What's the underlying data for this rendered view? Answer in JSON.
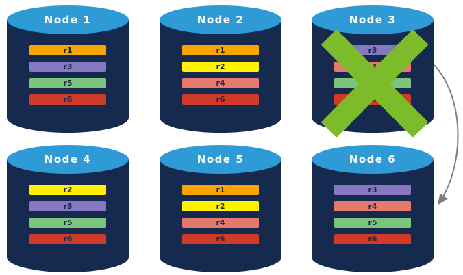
{
  "nodes": [
    {
      "label": "Node 1",
      "replicas": [
        {
          "label": "r1",
          "color": "#F7A600"
        },
        {
          "label": "r3",
          "color": "#8678C0"
        },
        {
          "label": "r5",
          "color": "#7CC47E"
        },
        {
          "label": "r6",
          "color": "#D13A27"
        }
      ]
    },
    {
      "label": "Node 2",
      "replicas": [
        {
          "label": "r1",
          "color": "#F7A600"
        },
        {
          "label": "r2",
          "color": "#FFF100"
        },
        {
          "label": "r4",
          "color": "#E57A6C"
        },
        {
          "label": "r6",
          "color": "#D13A27"
        }
      ]
    },
    {
      "label": "Node 3",
      "replicas": [
        {
          "label": "r3",
          "color": "#8678C0"
        },
        {
          "label": "r4",
          "color": "#E57A6C"
        },
        {
          "label": "r5",
          "color": "#7CC47E"
        },
        {
          "label": "r6",
          "color": "#D13A27"
        }
      ]
    },
    {
      "label": "Node 4",
      "replicas": [
        {
          "label": "r2",
          "color": "#FFF100"
        },
        {
          "label": "r3",
          "color": "#8678C0"
        },
        {
          "label": "r5",
          "color": "#7CC47E"
        },
        {
          "label": "r6",
          "color": "#D13A27"
        }
      ]
    },
    {
      "label": "Node 5",
      "replicas": [
        {
          "label": "r1",
          "color": "#F7A600"
        },
        {
          "label": "r2",
          "color": "#FFF100"
        },
        {
          "label": "r4",
          "color": "#E57A6C"
        },
        {
          "label": "r6",
          "color": "#D13A27"
        }
      ]
    },
    {
      "label": "Node 6",
      "replicas": [
        {
          "label": "r3",
          "color": "#8678C0"
        },
        {
          "label": "r4",
          "color": "#E57A6C"
        },
        {
          "label": "r5",
          "color": "#7CC47E"
        },
        {
          "label": "r6",
          "color": "#D13A27"
        }
      ]
    }
  ],
  "failure": {
    "failed_node": "Node 3",
    "x_color": "#7CBB2A"
  },
  "arrow": {
    "from": "Node 3",
    "to": "Node 6",
    "color": "#7f7f7f"
  },
  "colors": {
    "cylinder_body": "#152A4E",
    "cylinder_top": "#2E9BD6",
    "node_label": "#FFFFFF",
    "bar_text": "#132647"
  }
}
